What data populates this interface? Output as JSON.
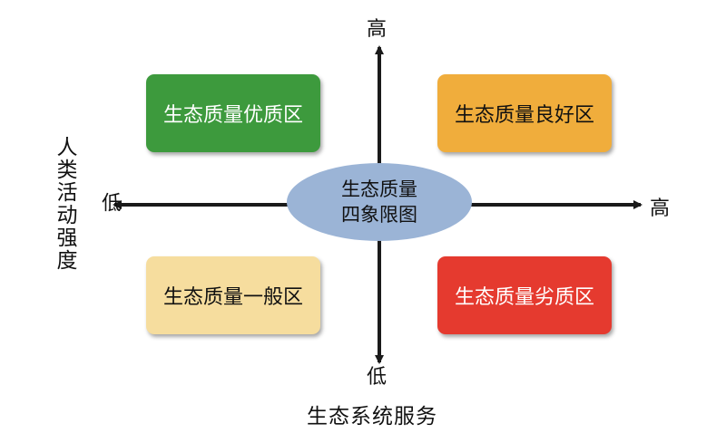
{
  "quadrants": {
    "top_left": "生态质量优质区",
    "top_right": "生态质量良好区",
    "bottom_left": "生态质量一般区",
    "bottom_right": "生态质量劣质区"
  },
  "center": {
    "line1": "生态质量",
    "line2": "四象限图"
  },
  "axis_x": {
    "title": "生态系统服务",
    "high": "高",
    "low": "低"
  },
  "axis_y": {
    "title": "人类活动强度",
    "high": "高",
    "low": "低"
  },
  "colors": {
    "top_left_fill": "#3d9a3d",
    "top_right_fill": "#f0ad3c",
    "bottom_left_fill": "#f6dd9e",
    "bottom_right_fill": "#e53a2f",
    "center_fill": "#9bb4d6",
    "arrow": "#1a1a1a"
  }
}
